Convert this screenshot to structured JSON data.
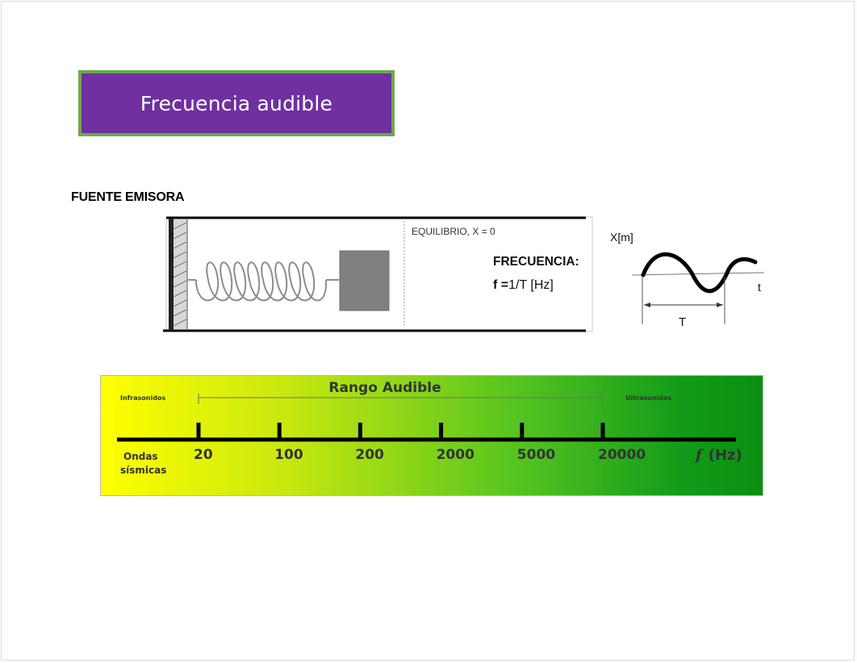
{
  "slide": {
    "title": "Frecuencia audible",
    "colors": {
      "title_bg": "#7030a0",
      "title_border": "#6aaa4a",
      "scale_start": "#ffff00",
      "scale_end": "#0a8f10"
    }
  },
  "source": {
    "heading": "FUENTE EMISORA",
    "equilibrium_label": "EQUILIBRIO, X = 0",
    "frequency_label": "FRECUENCIA:",
    "formula_bold": "f =",
    "formula_rest": "1/T [Hz]"
  },
  "wave": {
    "y_label": "X[m]",
    "x_label": "t",
    "period_label": "T"
  },
  "scale": {
    "range_label": "Rango Audible",
    "infra_label": "Infrasonidos",
    "ultra_label": "Ultrasonidos",
    "seismic_line1": "Ondas",
    "seismic_line2": "sísmicas",
    "ticks": [
      "20",
      "100",
      "200",
      "2000",
      "5000",
      "20000"
    ],
    "axis_symbol": "f",
    "axis_unit": "(Hz)"
  }
}
